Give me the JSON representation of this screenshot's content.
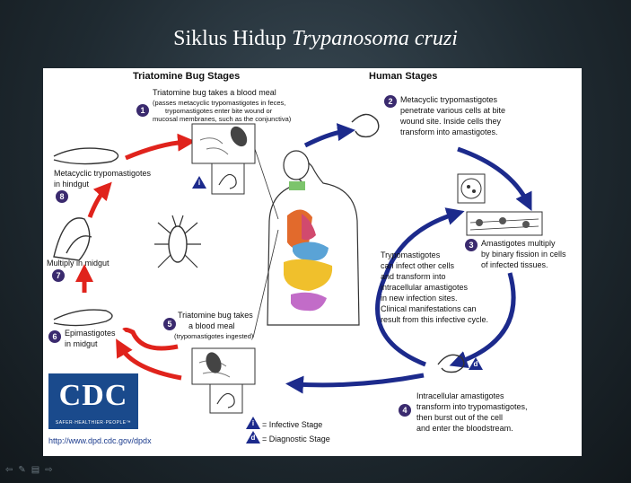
{
  "title": {
    "prefix": "Siklus Hidup ",
    "italic": "Trypanosoma cruzi"
  },
  "headers": {
    "bug": "Triatomine Bug Stages",
    "human": "Human Stages"
  },
  "steps": {
    "s1": {
      "num": "1",
      "title": "Triatomine bug takes a blood meal",
      "sub": [
        "(passes metacyclic trypomastigotes in feces,",
        "trypomastigotes enter bite wound or",
        "mucosal membranes, such as the conjunctiva)"
      ]
    },
    "s2": {
      "num": "2",
      "lines": [
        "Metacyclic trypomastigotes",
        "penetrate various cells at bite",
        "wound site.  Inside cells they",
        "transform into amastigotes."
      ]
    },
    "s3": {
      "num": "3",
      "lines": [
        "Amastigotes multiply",
        "by binary fission in cells",
        "of infected tissues."
      ]
    },
    "s4": {
      "num": "4",
      "lines": [
        "Intracellular amastigotes",
        "transform into trypomastigotes,",
        "then burst out of the cell",
        "and enter the bloodstream."
      ]
    },
    "s5": {
      "num": "5",
      "lines": [
        "Triatomine bug takes",
        "a blood meal"
      ],
      "sub": "(trypomastigotes ingested)"
    },
    "s6": {
      "num": "6",
      "lines": [
        "Epimastigotes",
        "in midgut"
      ]
    },
    "s7": {
      "num": "7",
      "lines": [
        "Multiply in midgut"
      ]
    },
    "s8": {
      "num": "8",
      "lines": [
        "Metacyclic trypomastigotes",
        "in hindgut"
      ]
    }
  },
  "center_text": [
    "Trypomastigotes",
    "can infect other cells",
    "and transform into",
    "intracellular amastigotes",
    "in new infection sites.",
    "Clinical manifestations can",
    "result from this infective cycle."
  ],
  "legend": {
    "infective_letter": "i",
    "infective_label": "= Infective Stage",
    "diagnostic_letter": "d",
    "diagnostic_label": "= Diagnostic Stage"
  },
  "logo": {
    "letters": "CDC",
    "tagline": "SAFER·HEALTHIER·PEOPLE™"
  },
  "url": "http://www.dpd.cdc.gov/dpdx",
  "colors": {
    "red_arrow": "#e0231c",
    "blue_arrow": "#1c2a8c",
    "badge": "#3a2a6e"
  }
}
